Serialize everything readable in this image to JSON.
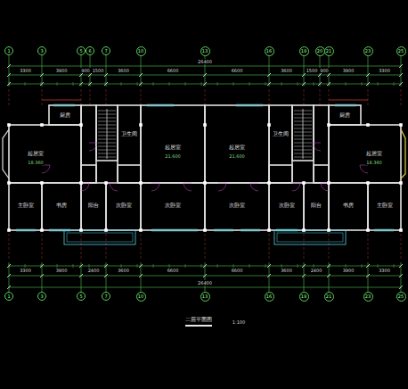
{
  "diagram": {
    "title": "二层平面图",
    "nodes": [
      {
        "text": [
          "1"
        ]
      },
      {
        "text": [
          "3"
        ]
      },
      {
        "text": [
          "5"
        ]
      },
      {
        "text": [
          "6"
        ]
      },
      {
        "text": [
          "7"
        ]
      },
      {
        "text": [
          "10"
        ]
      },
      {
        "text": [
          "13"
        ]
      },
      {
        "text": [
          "16"
        ]
      },
      {
        "text": [
          "19"
        ]
      },
      {
        "text": [
          "20"
        ]
      },
      {
        "text": [
          "21"
        ]
      },
      {
        "text": [
          "23"
        ]
      },
      {
        "text": [
          "25"
        ]
      },
      {
        "text": [
          "厨房"
        ]
      },
      {
        "text": [
          "起居室"
        ]
      },
      {
        "text": [
          "卫生间"
        ]
      },
      {
        "text": [
          "起居室"
        ]
      },
      {
        "text": [
          "起居室"
        ]
      },
      {
        "text": [
          "卫生间"
        ]
      },
      {
        "text": [
          "厨房"
        ]
      },
      {
        "text": [
          "起居室"
        ]
      },
      {
        "text": [
          "主卧室"
        ]
      },
      {
        "text": [
          "书房"
        ]
      },
      {
        "text": [
          "阳台"
        ]
      },
      {
        "text": [
          "次卧室"
        ]
      },
      {
        "text": [
          "次卧室"
        ]
      },
      {
        "text": [
          "次卧室"
        ]
      },
      {
        "text": [
          "次卧室"
        ]
      },
      {
        "text": [
          "阳台"
        ]
      },
      {
        "text": [
          "书房"
        ]
      },
      {
        "text": [
          "主卧室"
        ]
      },
      {
        "text": [
          "1"
        ]
      },
      {
        "text": [
          "3"
        ]
      },
      {
        "text": [
          "5"
        ]
      },
      {
        "text": [
          "7"
        ]
      },
      {
        "text": [
          "10"
        ]
      },
      {
        "text": [
          "13"
        ]
      },
      {
        "text": [
          "16"
        ]
      },
      {
        "text": [
          "19"
        ]
      },
      {
        "text": [
          "21"
        ]
      },
      {
        "text": [
          "23"
        ]
      },
      {
        "text": [
          "25"
        ]
      }
    ],
    "labels": [
      "26400",
      "3300",
      "3900",
      "900",
      "1500",
      "3600",
      "6600",
      "6600",
      "3600",
      "1500",
      "900",
      "3900",
      "3300",
      "3300",
      "3900",
      "2400",
      "3600",
      "6600",
      "6600",
      "3600",
      "2400",
      "3900",
      "3300",
      "26400",
      "18.360",
      "21.600",
      "21.600",
      "18.360",
      "1:100"
    ]
  }
}
